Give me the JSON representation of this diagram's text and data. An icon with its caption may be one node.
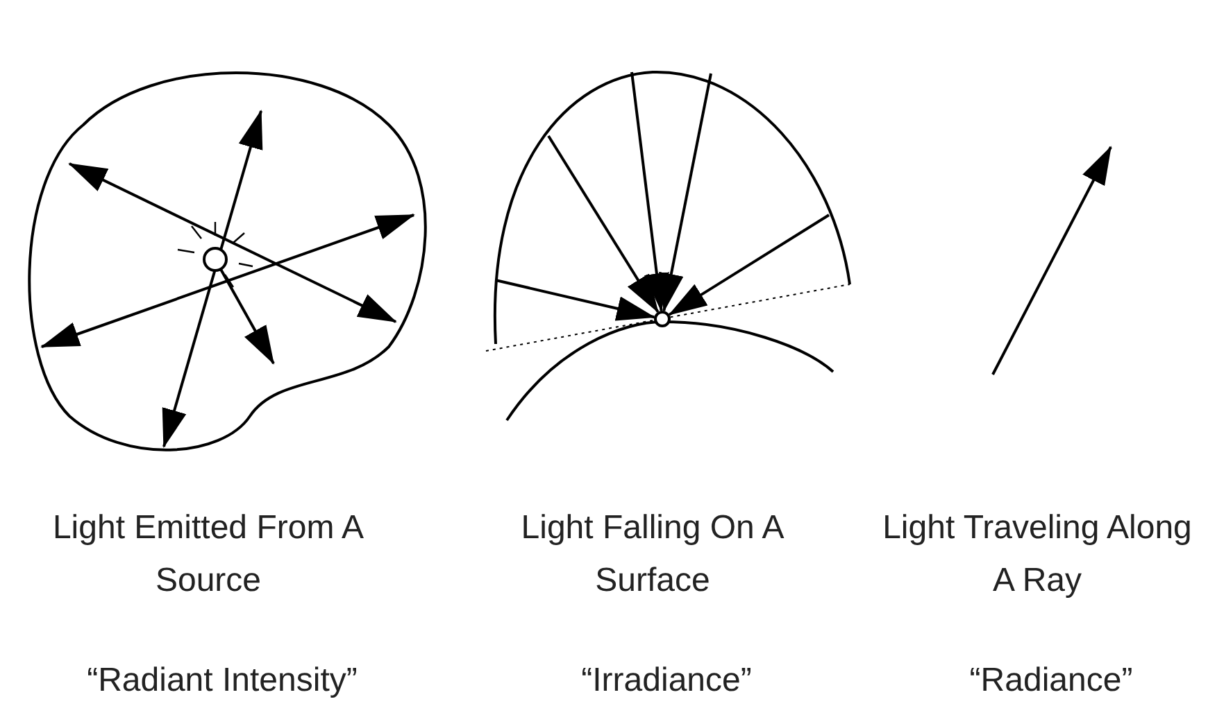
{
  "diagram": {
    "labels": [
      "Light Emitted From A Source",
      "Light Falling On A Surface",
      "Light Traveling Along A Ray",
      "“Radiant Intensity”",
      "“Irradiance”",
      "“Radiance”"
    ]
  }
}
